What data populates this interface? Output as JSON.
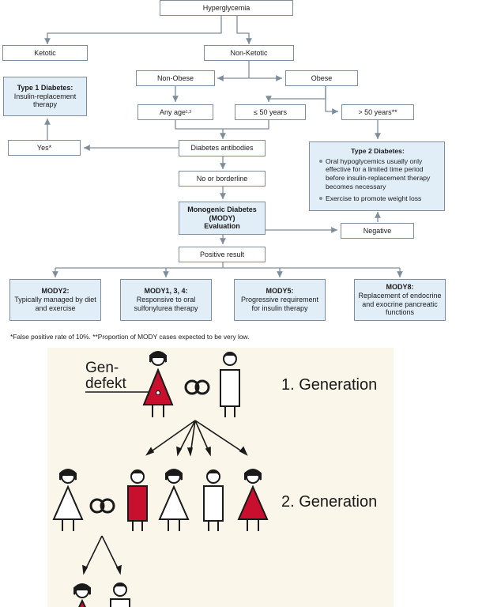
{
  "flowchart": {
    "hyperglycemia": "Hyperglycemia",
    "ketotic": "Ketotic",
    "non_ketotic": "Non-Ketotic",
    "type1_title": "Type 1 Diabetes:",
    "type1_body": "Insulin-replacement therapy",
    "non_obese": "Non-Obese",
    "obese": "Obese",
    "any_age": "Any age",
    "any_age_sup": "1,3",
    "le50": "≤  50 years",
    "gt50": "> 50 years**",
    "yes": "Yes*",
    "antibodies": "Diabetes antibodies",
    "type2_title": "Type 2 Diabetes:",
    "type2_bullets": [
      "Oral hypoglycemics usually only effective for a limited time period before insulin-replacement therapy becomes necessary",
      "Exercise to promote weight loss"
    ],
    "no_borderline": "No or borderline",
    "mody_eval_line1": "Monogenic Diabetes",
    "mody_eval_line2": "(MODY)",
    "mody_eval_line3": "Evaluation",
    "negative": "Negative",
    "positive": "Positive result",
    "outcomes": [
      {
        "title": "MODY2:",
        "body": "Typically managed by diet and exercise"
      },
      {
        "title": "MODY1, 3, 4:",
        "body": "Responsive to oral sulfonylurea therapy"
      },
      {
        "title": "MODY5:",
        "body": "Progressive requirement for insulin therapy"
      },
      {
        "title": "MODY8:",
        "body": "Replacement of endocrine and exocrine pancreatic functions"
      }
    ]
  },
  "footnote": "*False positive rate of 10%.    **Proportion of MODY cases expected to be very low.",
  "genetics": {
    "gendefekt_line1": "Gen-",
    "gendefekt_line2": "defekt",
    "gen1": "1. Generation",
    "gen2": "2. Generation"
  },
  "colors": {
    "affected": "#c8102e",
    "box_fill": "#e1eef8",
    "illustration_bg": "#fbf6ea",
    "line": "#7d8d9c"
  }
}
